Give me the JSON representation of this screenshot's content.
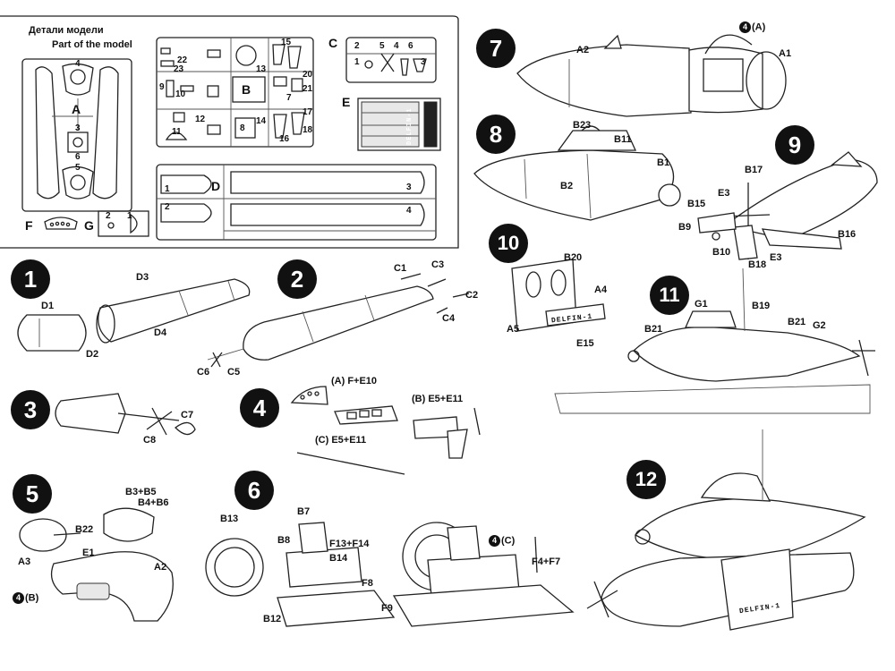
{
  "parts_panel": {
    "title_ru": "Детали модели",
    "title_en": "Part of the model",
    "sprue_labels": [
      "A",
      "B",
      "C",
      "D",
      "E",
      "F",
      "G"
    ]
  },
  "steps": [
    {
      "number": "1",
      "labels": [
        "D1",
        "D2",
        "D3",
        "D4"
      ]
    },
    {
      "number": "2",
      "labels": [
        "C1",
        "C2",
        "C3",
        "C4",
        "C5",
        "C6"
      ]
    },
    {
      "number": "3",
      "labels": [
        "C7",
        "C8"
      ]
    },
    {
      "number": "4",
      "labels": [
        "(A) F+E10",
        "(B) E5+E11",
        "(C) E5+E11"
      ]
    },
    {
      "number": "5",
      "labels": [
        "B3+B5",
        "B4+B6",
        "B22",
        "A3",
        "E1",
        "A2"
      ]
    },
    {
      "number": "6",
      "labels": [
        "B13",
        "B7",
        "B8",
        "F13+F14",
        "B14",
        "F8",
        "F9",
        "B12",
        "F4+F7"
      ]
    },
    {
      "number": "7",
      "labels": [
        "A2",
        "A1"
      ]
    },
    {
      "number": "8",
      "labels": [
        "B23",
        "B11",
        "B1",
        "B2"
      ]
    },
    {
      "number": "9",
      "labels": [
        "B17",
        "E3",
        "B15",
        "B9",
        "B10",
        "B18",
        "B16",
        "E3"
      ]
    },
    {
      "number": "10",
      "labels": [
        "B20",
        "A4",
        "A5",
        "E15"
      ]
    },
    {
      "number": "11",
      "labels": [
        "G1",
        "B19",
        "B21",
        "B21",
        "G2"
      ]
    },
    {
      "number": "12",
      "labels": []
    }
  ],
  "markers": {
    "step7_ref": {
      "num": "4",
      "text": "(A)"
    },
    "step5_ref": {
      "num": "4",
      "text": "(B)"
    },
    "step6_ref": {
      "num": "4",
      "text": "(C)"
    }
  },
  "name_plate": "DELFIN-1",
  "sprue_numbers": {
    "A": [
      "4",
      "3",
      "6",
      "5"
    ],
    "B": [
      "22",
      "23",
      "13",
      "15",
      "10",
      "9",
      "20",
      "21",
      "12",
      "14",
      "16",
      "17",
      "18",
      "11",
      "8",
      "7"
    ],
    "C": [
      "2",
      "5",
      "4",
      "6",
      "1",
      "3"
    ],
    "D": [
      "1",
      "2",
      "3",
      "4"
    ],
    "G": [
      "2",
      "1"
    ]
  }
}
